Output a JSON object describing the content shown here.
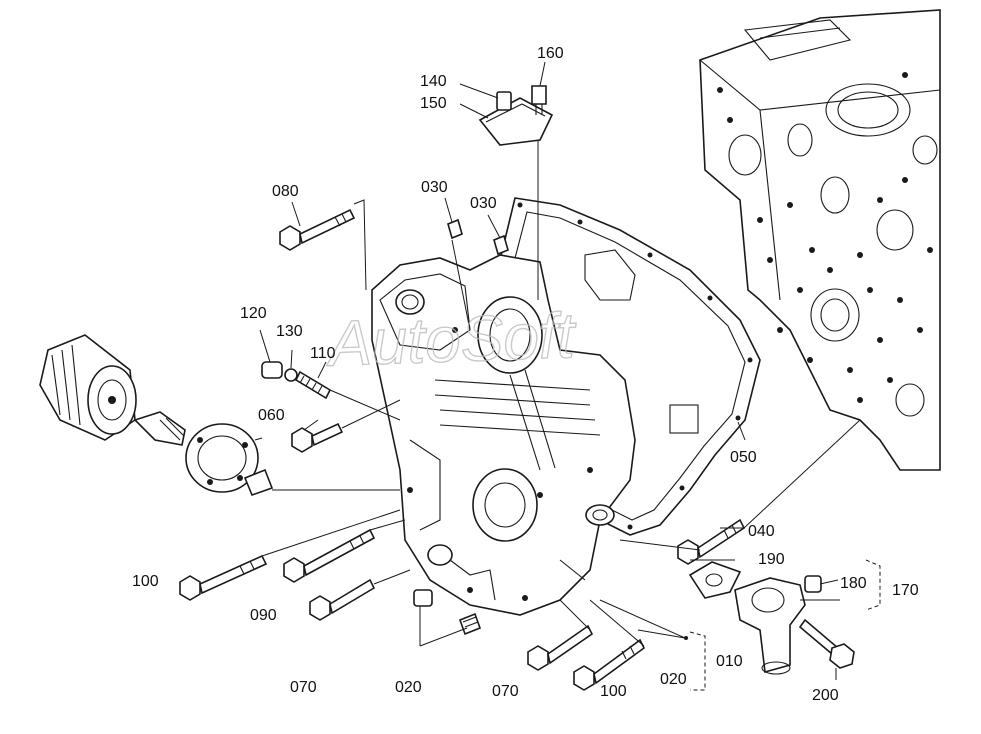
{
  "diagram": {
    "watermark": "AutoSoft",
    "callouts": [
      {
        "id": "160",
        "text": "160"
      },
      {
        "id": "140",
        "text": "140"
      },
      {
        "id": "150",
        "text": "150"
      },
      {
        "id": "030a",
        "text": "030"
      },
      {
        "id": "030b",
        "text": "030"
      },
      {
        "id": "080",
        "text": "080"
      },
      {
        "id": "120",
        "text": "120"
      },
      {
        "id": "130",
        "text": "130"
      },
      {
        "id": "110",
        "text": "110"
      },
      {
        "id": "060",
        "text": "060"
      },
      {
        "id": "050",
        "text": "050"
      },
      {
        "id": "040",
        "text": "040"
      },
      {
        "id": "190",
        "text": "190"
      },
      {
        "id": "180",
        "text": "180"
      },
      {
        "id": "170",
        "text": "170"
      },
      {
        "id": "100a",
        "text": "100"
      },
      {
        "id": "090",
        "text": "090"
      },
      {
        "id": "070a",
        "text": "070"
      },
      {
        "id": "020a",
        "text": "020"
      },
      {
        "id": "070b",
        "text": "070"
      },
      {
        "id": "100b",
        "text": "100"
      },
      {
        "id": "020b",
        "text": "020"
      },
      {
        "id": "010",
        "text": "010"
      },
      {
        "id": "200",
        "text": "200"
      }
    ]
  }
}
